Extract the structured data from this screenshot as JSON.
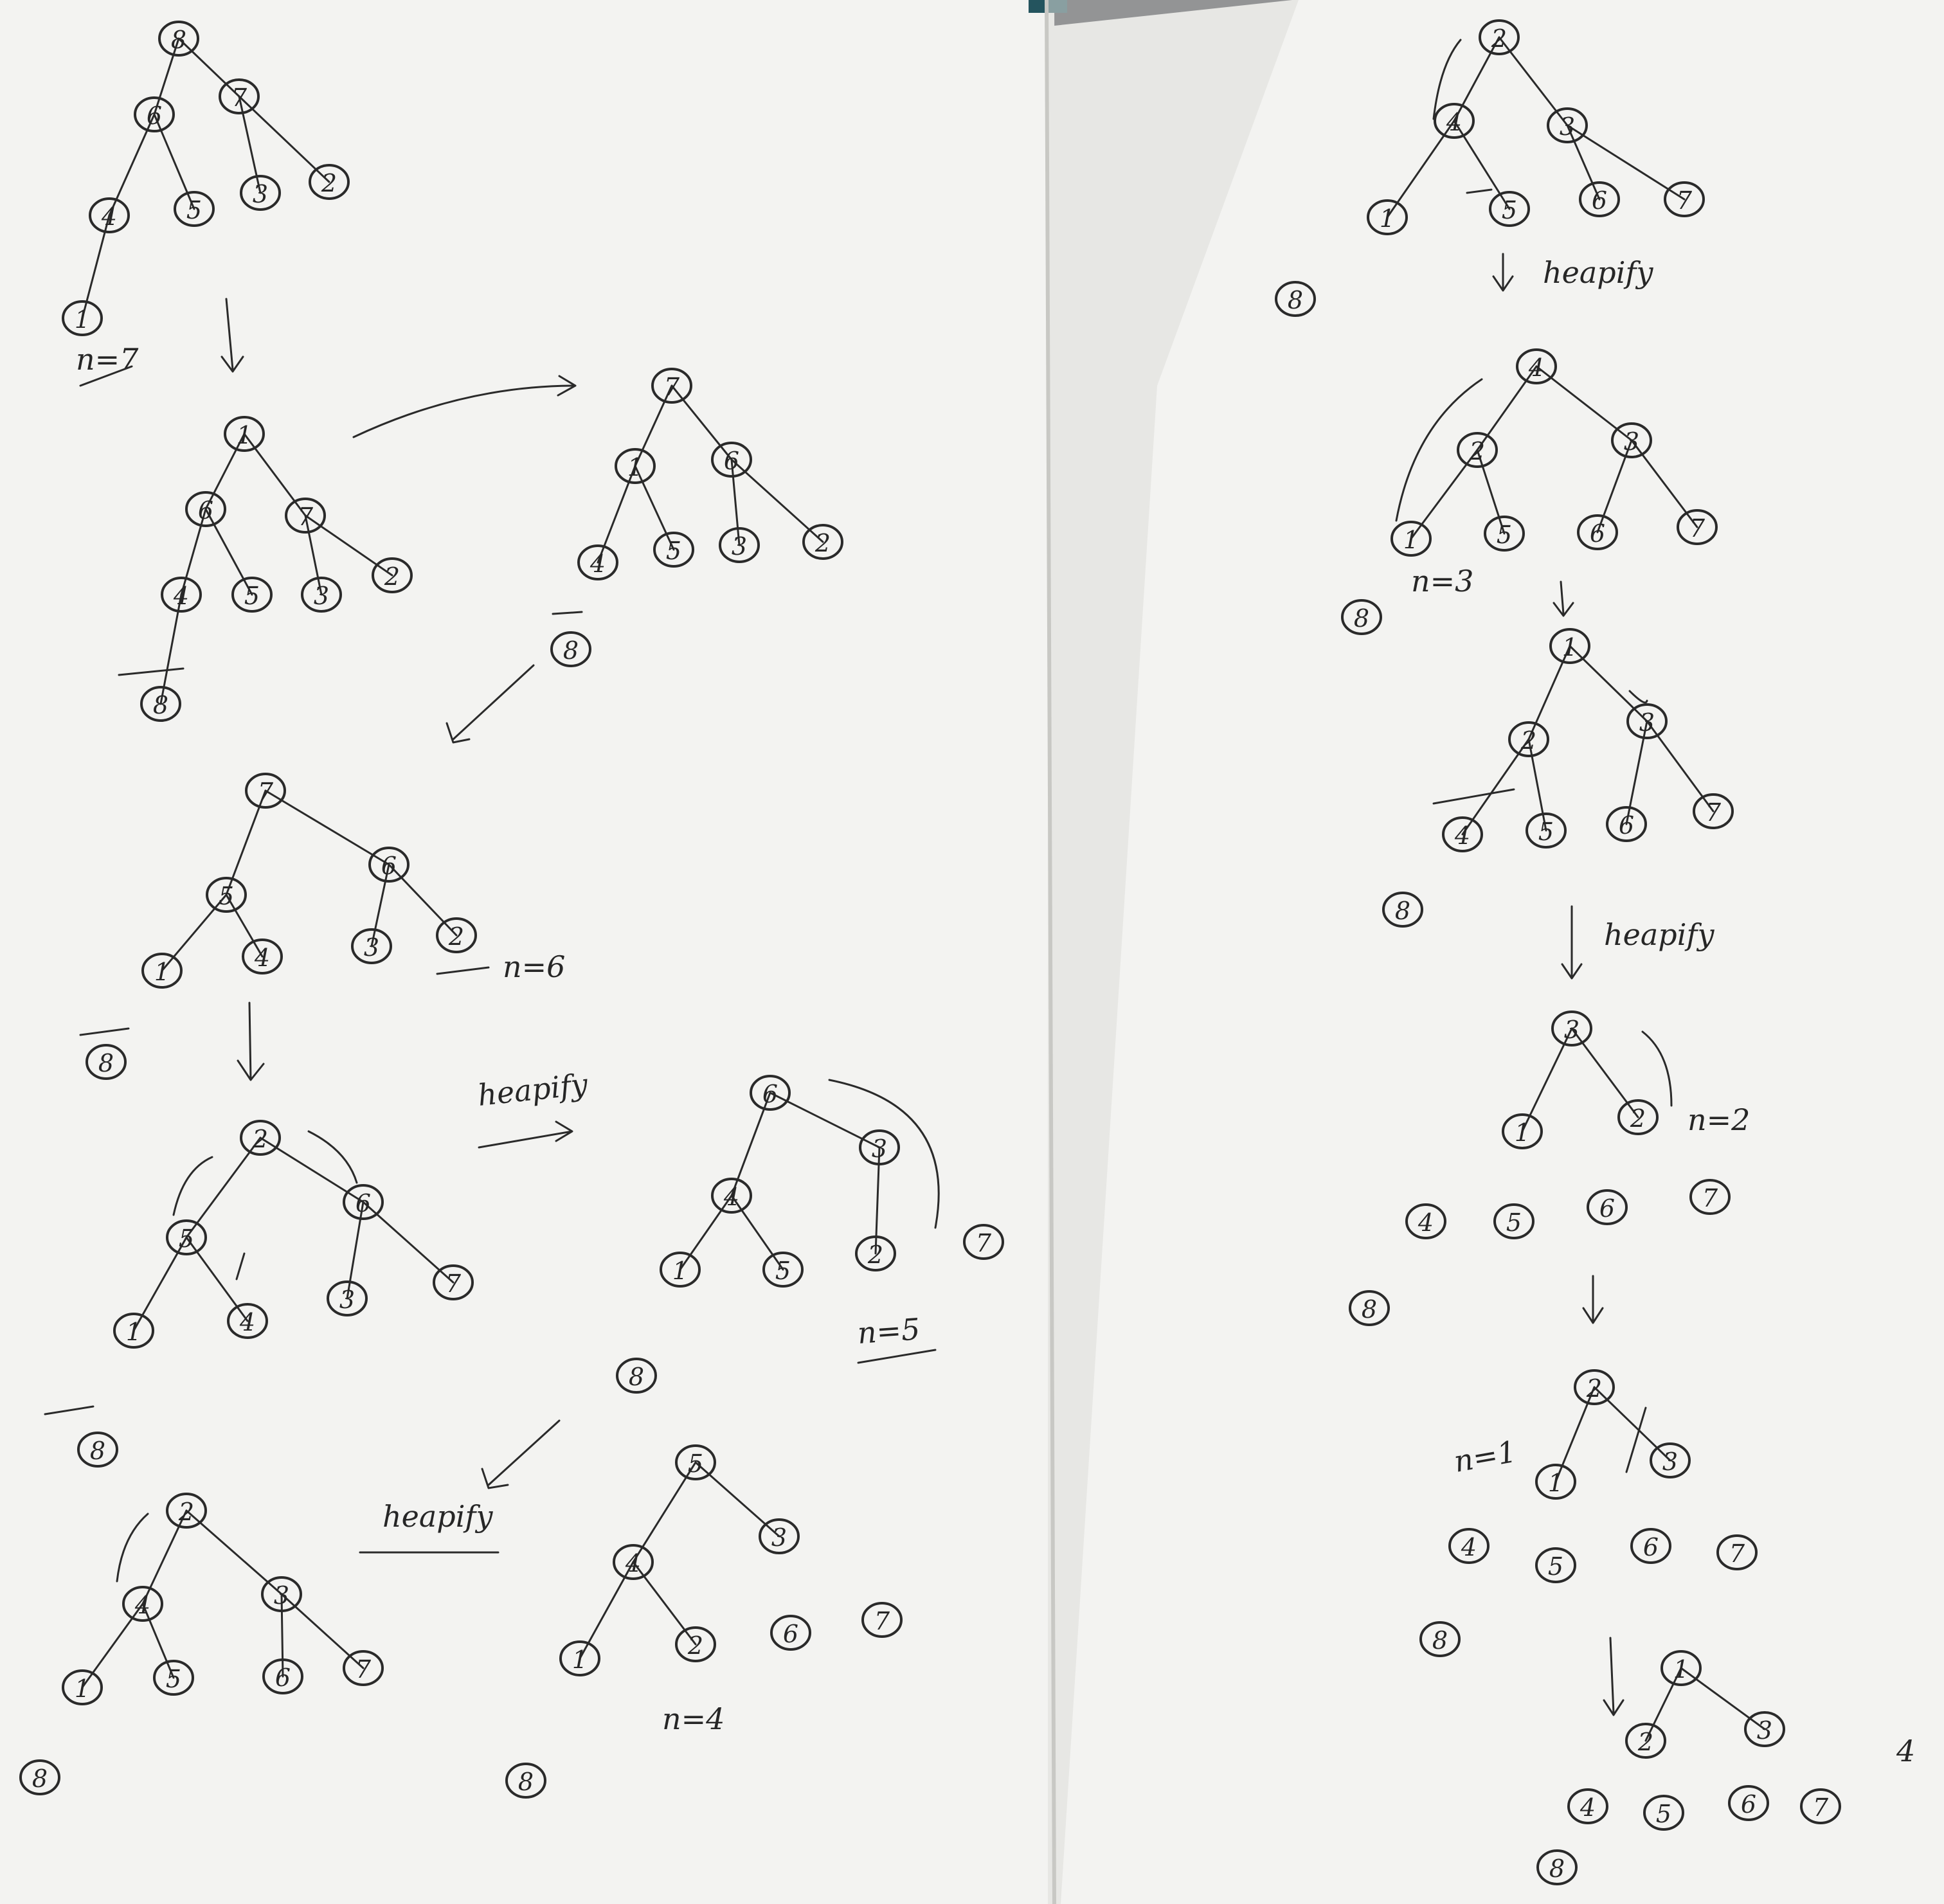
{
  "photo": {
    "paper_color": "#f3f3f1",
    "ink_color": "#2a2a2a",
    "background_color": "#3a3d44",
    "accent_strip_color": "#24545e"
  },
  "notes": {
    "n7": "n=7",
    "n6": "n=6",
    "n5": "n=5",
    "n4": "n=4",
    "n3": "n=3",
    "n2": "n=2",
    "n1": "n=1",
    "heapify1": "heapify",
    "heapify2": "heapify",
    "heapify3": "heapify",
    "heapify4": "heapify",
    "corner": "4"
  },
  "trees": [
    {
      "id": "t1",
      "nodes": [
        "8",
        "6",
        "7",
        "4",
        "5",
        "3",
        "2",
        "1"
      ]
    },
    {
      "id": "t2",
      "nodes": [
        "1",
        "6",
        "7",
        "4",
        "5",
        "3",
        "2",
        "8"
      ]
    },
    {
      "id": "t3",
      "nodes": [
        "7",
        "1",
        "6",
        "4",
        "5",
        "3",
        "2",
        "8"
      ]
    },
    {
      "id": "t4",
      "nodes": [
        "7",
        "5",
        "6",
        "1",
        "4",
        "3",
        "2",
        "8"
      ]
    },
    {
      "id": "t5",
      "nodes": [
        "2",
        "5",
        "6",
        "1",
        "4",
        "3",
        "7",
        "8"
      ]
    },
    {
      "id": "t6",
      "nodes": [
        "6",
        "4",
        "3",
        "1",
        "5",
        "2",
        "7",
        "8"
      ]
    },
    {
      "id": "t7",
      "nodes": [
        "2",
        "4",
        "3",
        "1",
        "5",
        "6",
        "7",
        "8"
      ]
    },
    {
      "id": "t8",
      "nodes": [
        "5",
        "4",
        "3",
        "1",
        "2",
        "6",
        "7",
        "8"
      ]
    },
    {
      "id": "t9",
      "nodes": [
        "2",
        "4",
        "3",
        "1",
        "5",
        "6",
        "7",
        "8"
      ]
    },
    {
      "id": "t10",
      "nodes": [
        "4",
        "2",
        "3",
        "1",
        "5",
        "6",
        "7",
        "8"
      ]
    },
    {
      "id": "t11",
      "nodes": [
        "1",
        "2",
        "3",
        "4",
        "5",
        "6",
        "7",
        "8"
      ]
    },
    {
      "id": "t12",
      "nodes": [
        "3",
        "1",
        "2",
        "4",
        "5",
        "6",
        "7",
        "8"
      ]
    },
    {
      "id": "t13",
      "nodes": [
        "2",
        "1",
        "3",
        "4",
        "5",
        "6",
        "7",
        "8"
      ]
    },
    {
      "id": "t14",
      "nodes": [
        "1",
        "2",
        "3",
        "4",
        "5",
        "6",
        "7",
        "8"
      ]
    }
  ]
}
